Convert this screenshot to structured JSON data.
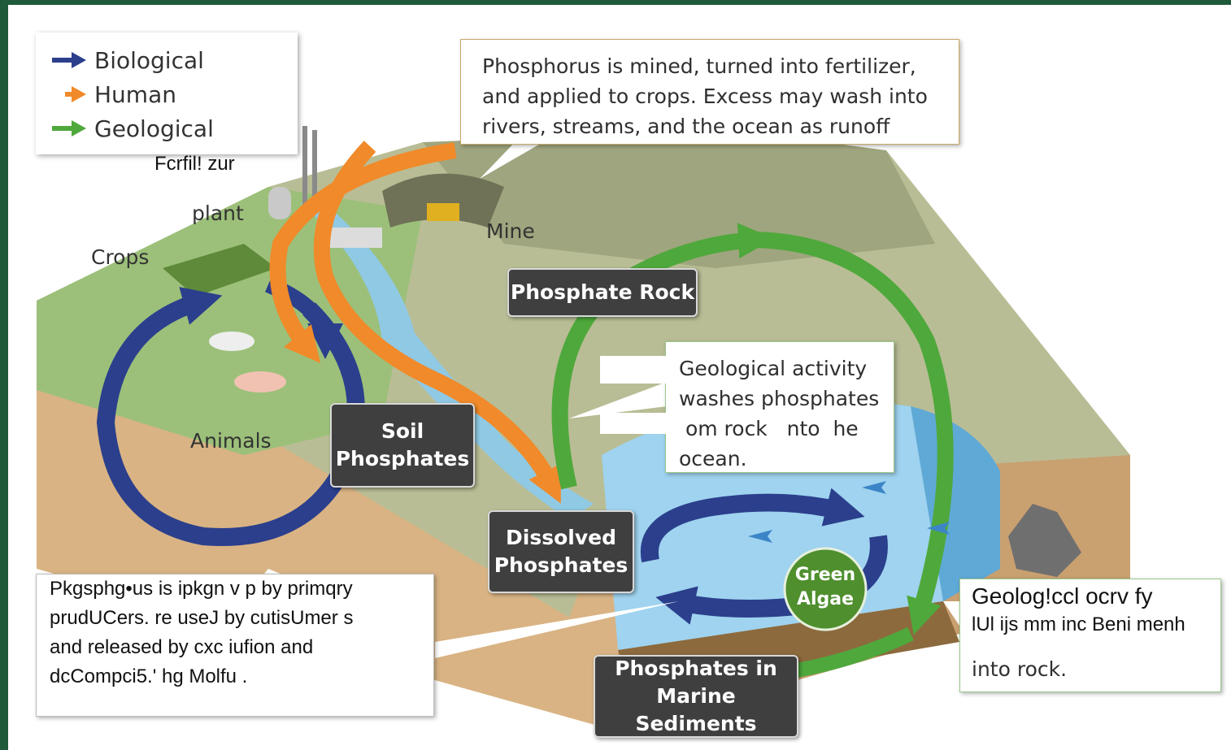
{
  "legend": {
    "items": [
      {
        "label": "Biological",
        "color": "#2b3f8c"
      },
      {
        "label": "Human",
        "color": "#f08a2a"
      },
      {
        "label": "Geological",
        "color": "#4fa83c"
      }
    ]
  },
  "callouts": {
    "human": {
      "lines": [
        "Phosphorus is mined, turned into fertilizer,",
        "and applied to crops. Excess may wash into",
        "rivers, streams, and the ocean as runoff"
      ]
    },
    "geo_activity": {
      "lines": [
        "Geological activity",
        "washes phosphates",
        " om rock   nto  he",
        "ocean."
      ]
    },
    "biological": {
      "lines": [
        "Pkgsphg•us is ipkgn v p by primqry",
        "prudUCers. re useJ by cutisUmer s",
        "and released by cxc iufion and",
        "dcCompci5.' hg Molfu ."
      ]
    },
    "geo_rock": {
      "line1": "Geolog!ccl ocrv fy",
      "line2": "lUl ijs mm inc Beni menh",
      "line3": "into rock."
    }
  },
  "tags": {
    "phosphate_rock": "Phosphate Rock",
    "soil_1": "Soil",
    "soil_2": "Phosphates",
    "dissolved_1": "Dissolved",
    "dissolved_2": "Phosphates",
    "marine_1": "Phosphates in",
    "marine_2": "Marine Sediments",
    "algae_1": "Green",
    "algae_2": "Algae"
  },
  "labels": {
    "fertilizer": "Fcrfil! zur",
    "plant": "plant",
    "crops": "Crops",
    "mine": "Mine",
    "animals": "Animals"
  },
  "colors": {
    "biological": "#2b3f8c",
    "human": "#f08a2a",
    "geological": "#4fa83c",
    "tag_bg": "#3f3f3f"
  }
}
